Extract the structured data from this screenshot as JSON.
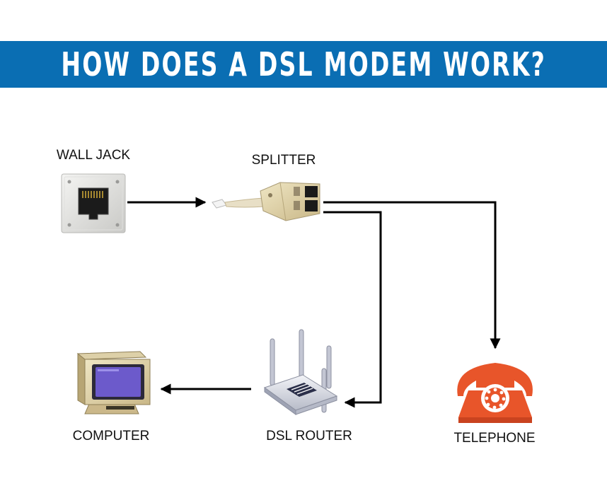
{
  "title": "HOW DOES A DSL MODEM WORK?",
  "colors": {
    "banner": "#0a6eb3",
    "arrow": "#000000",
    "telephone": "#e8552a"
  },
  "nodes": {
    "wall_jack": {
      "label": "WALL JACK",
      "icon": "wall-jack-icon"
    },
    "splitter": {
      "label": "SPLITTER",
      "icon": "splitter-icon"
    },
    "computer": {
      "label": "COMPUTER",
      "icon": "computer-icon"
    },
    "dsl_router": {
      "label": "DSL ROUTER",
      "icon": "router-icon"
    },
    "telephone": {
      "label": "TELEPHONE",
      "icon": "telephone-icon"
    }
  },
  "connections": [
    {
      "from": "wall_jack",
      "to": "splitter"
    },
    {
      "from": "splitter",
      "to": "telephone"
    },
    {
      "from": "splitter",
      "to": "dsl_router"
    },
    {
      "from": "dsl_router",
      "to": "computer"
    }
  ]
}
